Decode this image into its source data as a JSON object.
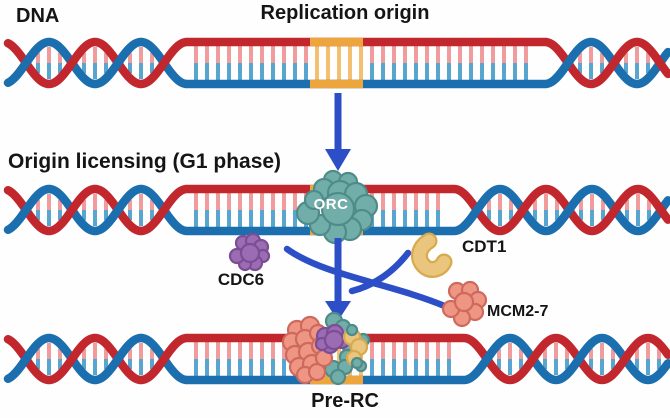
{
  "labels": {
    "dna": "DNA",
    "title": "Replication origin",
    "licensing": "Origin licensing (G1 phase)",
    "orc": "ORC",
    "cdc6": "CDC6",
    "cdt1": "CDT1",
    "mcm": "MCM2-7",
    "prerc": "Pre-RC"
  },
  "colors": {
    "background": "#FEFEFE",
    "strand_red": "#C1272D",
    "strand_blue": "#1C6FAE",
    "rung_pink": "#F09C9C",
    "rung_blue": "#58A5CF",
    "origin_orange": "#EDA63E",
    "origin_rung": "#F2C070",
    "arrow_blue": "#2C4EC6",
    "orc_fill": "#72AEA9",
    "orc_stroke": "#4F8C89",
    "cdc6_fill": "#9B6CB3",
    "cdc6_stroke": "#7A4D94",
    "cdt1_fill": "#E9C57E",
    "cdt1_stroke": "#D9A94E",
    "mcm_fill": "#EF9583",
    "mcm_stroke": "#CE6A5D",
    "text": "#151515",
    "orc_text": "#FFFFFF"
  }
}
